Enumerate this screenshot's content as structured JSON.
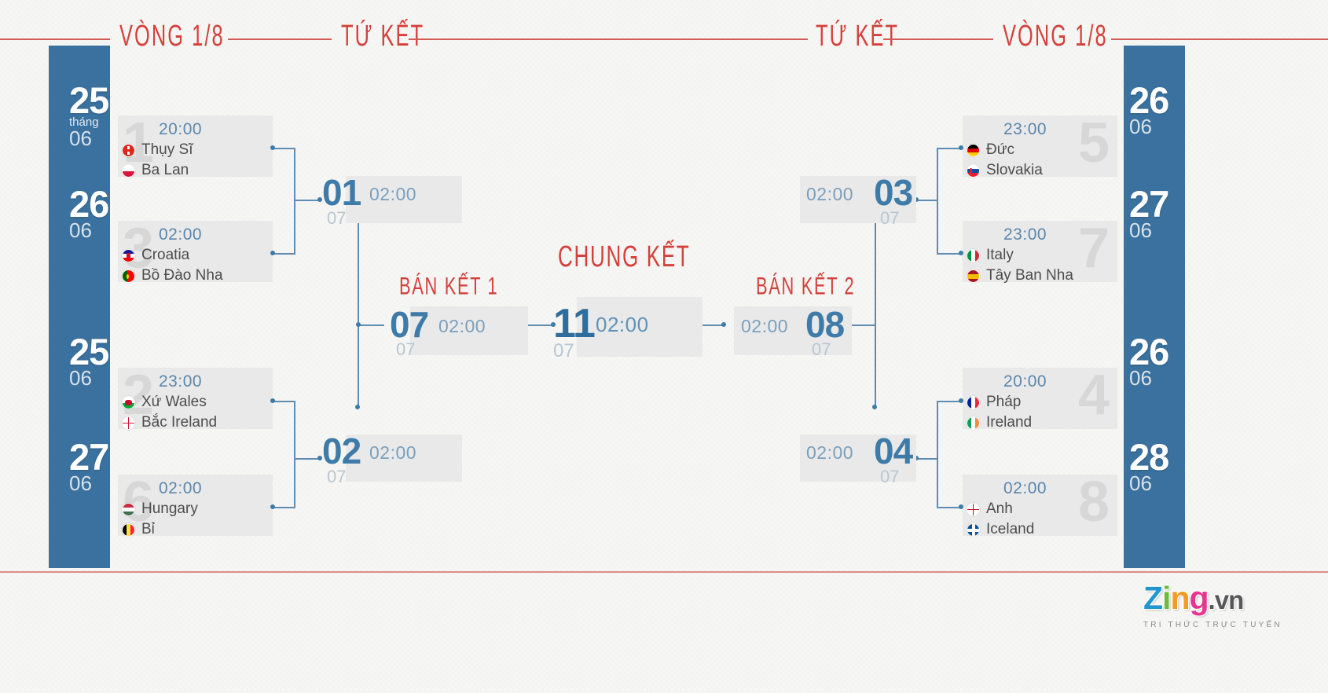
{
  "header": {
    "labels": [
      {
        "text": "VÒNG 1/8",
        "side": "left-outer"
      },
      {
        "text": "TỨ KẾT",
        "side": "left-inner"
      },
      {
        "text": "TỨ KẾT",
        "side": "right-inner"
      },
      {
        "text": "VÒNG 1/8",
        "side": "right-outer"
      }
    ]
  },
  "colors": {
    "accent_red": "#d4413c",
    "date_bar_blue": "#3a719e",
    "node_blue": "#3f7ba8",
    "card_gray": "#e9e9e9",
    "background": "#f6f6f4"
  },
  "dates_left": [
    {
      "day": "25",
      "month_word": "tháng",
      "month": "06"
    },
    {
      "day": "26",
      "month_word": "",
      "month": "06"
    },
    {
      "day": "25",
      "month_word": "",
      "month": "06"
    },
    {
      "day": "27",
      "month_word": "",
      "month": "06"
    }
  ],
  "dates_right": [
    {
      "day": "26",
      "month_word": "",
      "month": "06"
    },
    {
      "day": "27",
      "month_word": "",
      "month": "06"
    },
    {
      "day": "26",
      "month_word": "",
      "month": "06"
    },
    {
      "day": "28",
      "month_word": "",
      "month": "06"
    }
  ],
  "round_of_16": {
    "left": [
      {
        "number": "1",
        "time": "20:00",
        "team1": "Thụy Sĩ",
        "team2": "Ba Lan",
        "flag1": "switzerland",
        "flag2": "poland"
      },
      {
        "number": "3",
        "time": "02:00",
        "team1": "Croatia",
        "team2": "Bồ Đào Nha",
        "flag1": "croatia",
        "flag2": "portugal"
      },
      {
        "number": "2",
        "time": "23:00",
        "team1": "Xứ Wales",
        "team2": "Bắc Ireland",
        "flag1": "wales",
        "flag2": "northern-ireland"
      },
      {
        "number": "6",
        "time": "02:00",
        "team1": "Hungary",
        "team2": "Bỉ",
        "flag1": "hungary",
        "flag2": "belgium"
      }
    ],
    "right": [
      {
        "number": "5",
        "time": "23:00",
        "team1": "Đức",
        "team2": "Slovakia",
        "flag1": "germany",
        "flag2": "slovakia"
      },
      {
        "number": "7",
        "time": "23:00",
        "team1": "Italy",
        "team2": "Tây Ban Nha",
        "flag1": "italy",
        "flag2": "spain"
      },
      {
        "number": "4",
        "time": "20:00",
        "team1": "Pháp",
        "team2": "Ireland",
        "flag1": "france",
        "flag2": "ireland"
      },
      {
        "number": "8",
        "time": "02:00",
        "team1": "Anh",
        "team2": "Iceland",
        "flag1": "england",
        "flag2": "iceland"
      }
    ]
  },
  "quarter_finals": [
    {
      "id": "qf1",
      "day": "01",
      "month": "07",
      "time": "02:00"
    },
    {
      "id": "qf2",
      "day": "02",
      "month": "07",
      "time": "02:00"
    },
    {
      "id": "qf3",
      "day": "03",
      "month": "07",
      "time": "02:00"
    },
    {
      "id": "qf4",
      "day": "04",
      "month": "07",
      "time": "02:00"
    }
  ],
  "semi_finals": [
    {
      "label": "BÁN KẾT 1",
      "day": "07",
      "month": "07",
      "time": "02:00"
    },
    {
      "label": "BÁN KẾT 2",
      "day": "08",
      "month": "07",
      "time": "02:00"
    }
  ],
  "final": {
    "label": "CHUNG KẾT",
    "day": "11",
    "month": "07",
    "time": "02:00"
  },
  "logo": {
    "zing": "Zing",
    "domain": ".vn",
    "tagline": "TRI THỨC TRỰC TUYẾN"
  }
}
